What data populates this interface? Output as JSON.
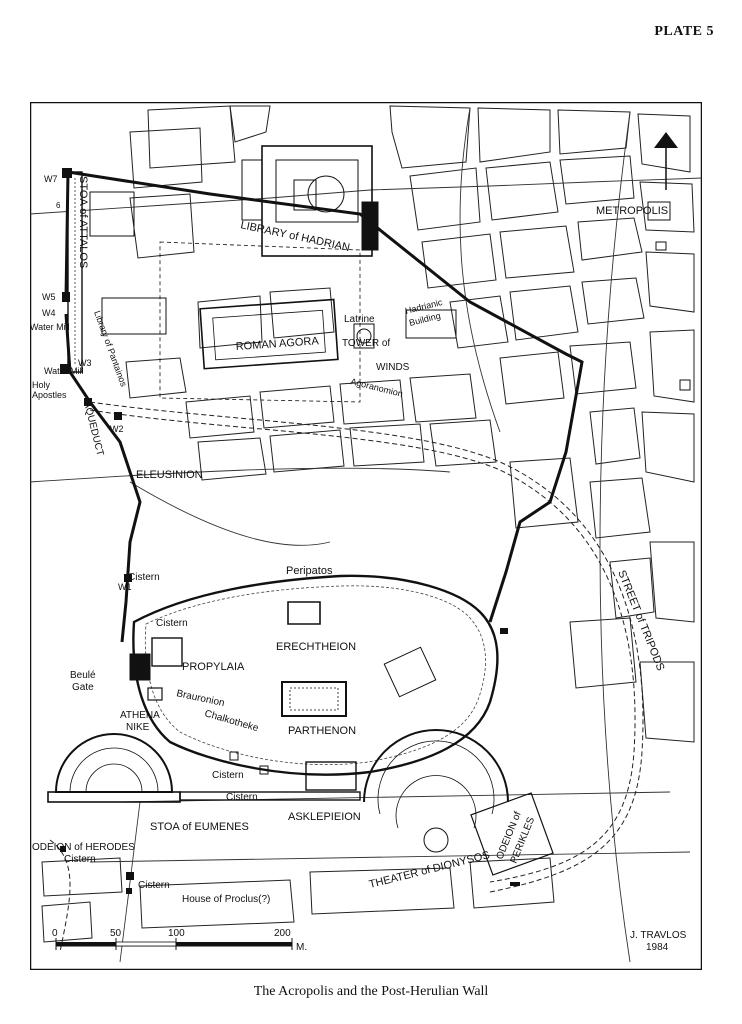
{
  "header": {
    "plate": "PLATE 5"
  },
  "caption": "The Acropolis and the Post-Herulian Wall",
  "labels": {
    "metropolis": "METROPOLIS",
    "stoa_attalos": "STOA of ATTALOS",
    "library_hadrian": "LIBRARY of HADRIAN",
    "roman_agora": "ROMAN AGORA",
    "latrine": "Latrine",
    "tower_winds_1": "TOWER of",
    "tower_winds_2": "WINDS",
    "hadrianic_1": "Hadrianic",
    "hadrianic_2": "Building",
    "agoranomion": "Agoranomion",
    "library_pantainos": "Library of Pantainos",
    "water_mill_1": "Water Mill",
    "water_mill_2": "Water Mill",
    "holy_apostles_1": "Holy",
    "holy_apostles_2": "Apostles",
    "aqueduct": "AQUEDUCT",
    "eleusinion": "ELEUSINION",
    "peripatos": "Peripatos",
    "street_tripods": "STREET of TRIPODS",
    "cistern_1": "Cistern",
    "cistern_2": "Cistern",
    "cistern_3": "Cistern",
    "cistern_4": "Cistern",
    "cistern_5": "Cistern",
    "cistern_6": "Cistern",
    "erechtheion": "ERECHTHEION",
    "propylaia": "PROPYLAIA",
    "beule_1": "Beulé",
    "beule_2": "Gate",
    "athena_1": "ATHENA",
    "athena_2": "NIKE",
    "brauronion": "Brauronion",
    "chalkotheke": "Chalkotheke",
    "parthenon": "PARTHENON",
    "stoa_eumenes": "STOA of EUMENES",
    "asklepieion": "ASKLEPIEION",
    "odeion_herodes": "ODEION of HERODES",
    "odeion_perikles_1": "ODEION of",
    "odeion_perikles_2": "PERIKLES",
    "theater_dionysos": "THEATER of DIONYSOS",
    "house_proclus": "House of Proclus(?)",
    "w7": "W7",
    "w6": "6",
    "w5": "W5",
    "w4": "W4",
    "w3": "W3",
    "w2": "W2",
    "w1": "W1"
  },
  "scale_bar": {
    "ticks": [
      "0",
      "50",
      "100",
      "200"
    ],
    "unit": "M."
  },
  "credit": {
    "author": "J. TRAVLOS",
    "year": "1984"
  },
  "icons": {
    "north": "north-arrow-icon"
  }
}
